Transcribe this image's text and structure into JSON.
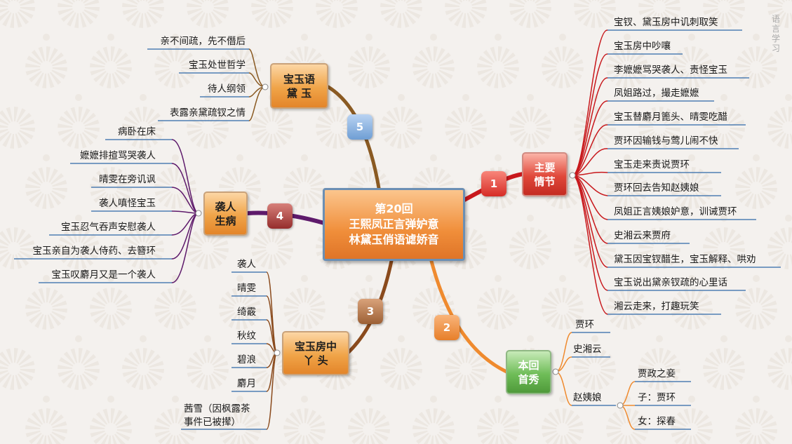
{
  "colors": {
    "red_branch": "#c8181c",
    "orange_branch": "#ef8a2e",
    "brown_branch": "#8a4a1c",
    "purple_branch": "#5e1a6b",
    "tan_branch": "#8a5a22",
    "leaf_line": "#4f7fb3"
  },
  "central": {
    "line1": "第20回",
    "line2": "王熙凤正言弹妒意",
    "line3": "林黛玉俏语谑娇音"
  },
  "badges": [
    "1",
    "2",
    "3",
    "4",
    "5"
  ],
  "branch1": {
    "title1": "主要",
    "title2": "情节",
    "items": [
      "宝钗、黛玉房中讥刺取笑",
      "宝玉房中吵嚷",
      "李嬷嬷骂哭袭人、责怪宝玉",
      "凤姐路过，撮走嬷嬷",
      "宝玉替麝月篦头、晴雯吃醋",
      "贾环因输钱与莺儿闹不快",
      "宝玉走来责说贾环",
      "贾环回去告知赵姨娘",
      "凤姐正言姨娘妒意，训诫贾环",
      "史湘云来贾府",
      "黛玉因宝钗醋生，宝玉解释、哄劝",
      "宝玉说出黛亲钗疏的心里话",
      "湘云走来，打趣玩笑"
    ]
  },
  "branch2": {
    "title1": "本回",
    "title2": "首秀",
    "items": [
      "贾环",
      "史湘云",
      "赵姨娘"
    ],
    "zhao_items": [
      "贾政之妾",
      "子：贾环",
      "女：探春"
    ]
  },
  "branch3": {
    "title1": "宝玉房中",
    "title2": "丫 头",
    "items": [
      "袭人",
      "晴雯",
      "绮霰",
      "秋纹",
      "碧浪",
      "麝月",
      "茜雪（因枫露茶",
      "事件已被撵）"
    ]
  },
  "branch4": {
    "title1": "袭人",
    "title2": "生病",
    "items": [
      "病卧在床",
      "嬷嬷排揎骂哭袭人",
      "晴雯在旁讥讽",
      "袭人嗔怪宝玉",
      "宝玉忍气吞声安慰袭人",
      "宝玉亲自为袭人侍药、去簪环",
      "宝玉叹麝月又是一个袭人"
    ]
  },
  "branch5": {
    "title1": "宝玉语",
    "title2": "黛 玉",
    "items": [
      "亲不间疏，先不僭后",
      "宝玉处世哲学",
      "待人纲领",
      "表露亲黛疏钗之情"
    ]
  },
  "watermark": "语言学习"
}
